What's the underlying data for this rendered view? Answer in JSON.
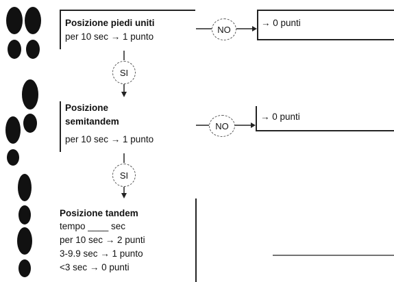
{
  "step1": {
    "title": "Posizione piedi uniti",
    "detail": "per 10 sec → 1 punto",
    "no_label": "NO",
    "result": "→ 0 punti"
  },
  "step2": {
    "yes_label": "SI",
    "title_line1": "Posizione",
    "title_line2": "semitandem",
    "detail": "per 10 sec → 1 punto",
    "no_label": "NO",
    "result": "→ 0 punti"
  },
  "step3": {
    "yes_label": "SI",
    "title": "Posizione tandem",
    "rows": [
      "tempo ____ sec",
      "per 10 sec → 2 punti",
      "3-9.9 sec → 1 punto",
      "<3 sec → 0 punti"
    ]
  },
  "icons": [
    "feet-together-icon",
    "feet-semitandem-icon",
    "feet-tandem-icon"
  ]
}
